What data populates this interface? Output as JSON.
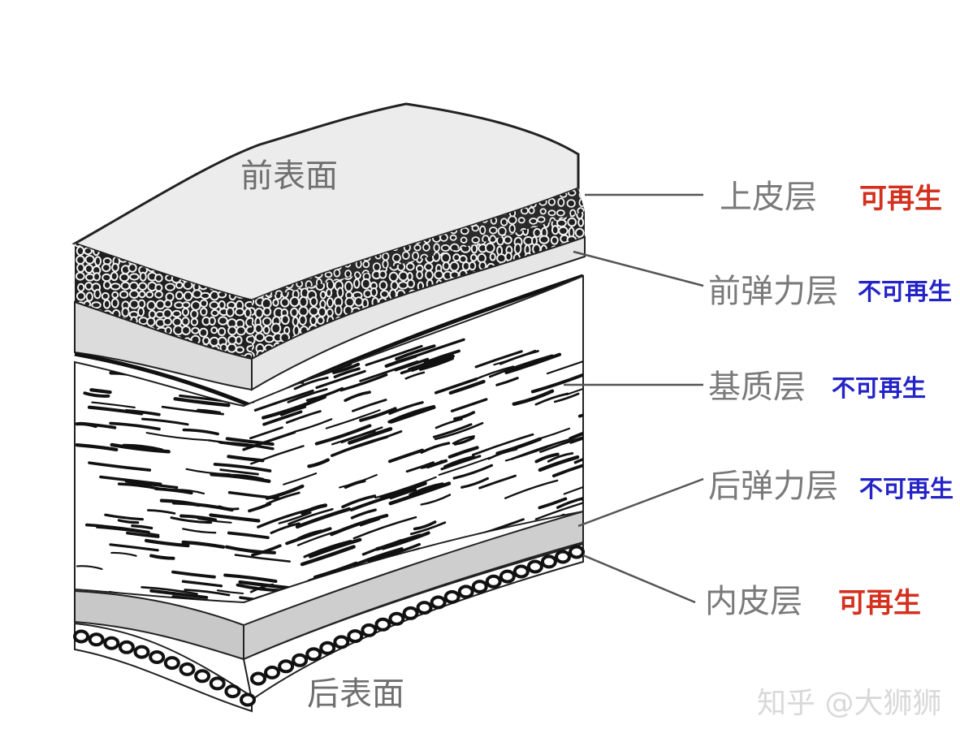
{
  "surfaces": {
    "front": "前表面",
    "back": "后表面"
  },
  "layers": [
    {
      "name": "上皮层",
      "regeneration": "可再生",
      "color": "#d4301e"
    },
    {
      "name": "前弹力层",
      "regeneration": "不可再生",
      "color": "#2323c8"
    },
    {
      "name": "基质层",
      "regeneration": "不可再生",
      "color": "#2323c8"
    },
    {
      "name": "后弹力层",
      "regeneration": "不可再生",
      "color": "#2323c8"
    },
    {
      "name": "内皮层",
      "regeneration": "可再生",
      "color": "#d4301e"
    }
  ],
  "watermark": "知乎 @大狮狮"
}
